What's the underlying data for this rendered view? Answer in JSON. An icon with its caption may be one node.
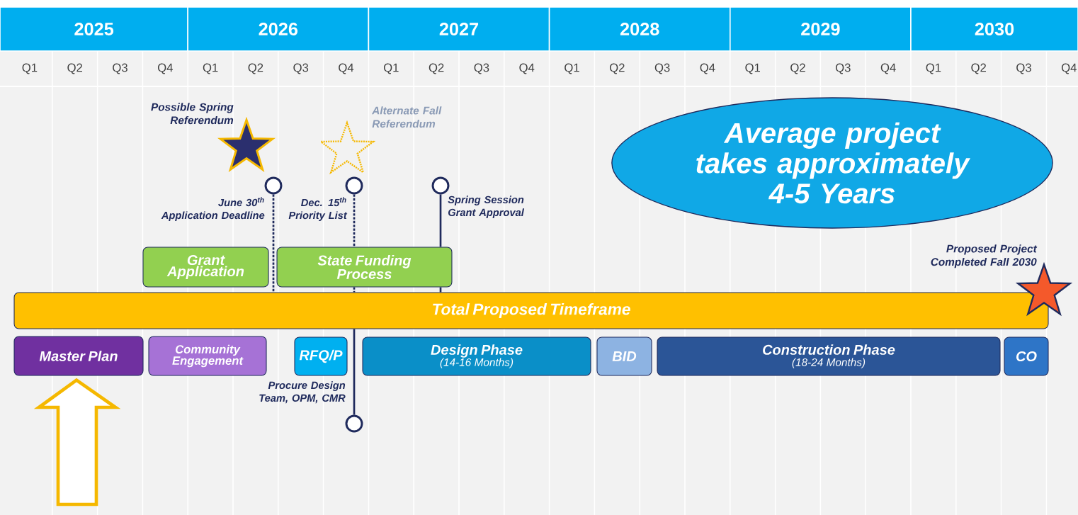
{
  "diagram": {
    "nodes": [
      {
        "text": [],
        "shape": "star",
        "beside": [
          "Possible Spring Referendum"
        ]
      },
      {
        "text": [],
        "shape": "star",
        "beside": [
          "Alternate Fall Referendum"
        ]
      },
      {
        "text": [],
        "shape": "circle",
        "beside": [
          "June 30$^{th}$ Application Deadline"
        ]
      },
      {
        "text": [],
        "shape": "circle",
        "beside": [
          "Dec. 15$^{th}$ Priority List"
        ]
      },
      {
        "text": [],
        "shape": "circle",
        "beside": [
          "Spring Session Grant Approval"
        ]
      },
      {
        "text": [
          "Average project takes approximately 4-5 Years"
        ]
      },
      {
        "text": [
          "Grant Application"
        ]
      },
      {
        "text": [
          "State Funding Process"
        ]
      },
      {
        "text": [
          "Total Proposed Timeframe"
        ]
      },
      {
        "text": [
          "Master Plan"
        ]
      },
      {
        "text": [
          "Community Engagement"
        ]
      },
      {
        "text": [
          "RFQ/P"
        ]
      },
      {
        "text": [
          "Design Phase",
          "(14-16 Months)"
        ]
      },
      {
        "text": [
          "BID"
        ]
      },
      {
        "text": [
          "Construction Phase",
          "(18-24 Months)"
        ]
      },
      {
        "text": [
          "CO"
        ]
      },
      {
        "text": [],
        "shape": "star",
        "beside": [
          "Proposed Project Completed Fall 2030"
        ]
      },
      {
        "text": [],
        "shape": "circle"
      }
    ],
    "edges": [
      {
        "from": 2,
        "to": 8,
        "arrow": "none",
        "style": "dashed"
      },
      {
        "from": 3,
        "to": 7,
        "arrow": "none",
        "style": "dashed"
      },
      {
        "from": 7,
        "to": 8,
        "arrow": "none",
        "style": "dashed"
      },
      {
        "from": 4,
        "to": 7,
        "arrow": "none"
      },
      {
        "from": 7,
        "to": 8,
        "arrow": "none"
      },
      {
        "from": 17,
        "to": 8,
        "arrow": "none"
      },
      {
        "from": null,
        "to": 9,
        "arrow": "to",
        "style": "thick",
        "color": "#f5b800"
      }
    ],
    "labels": [
      "2025",
      "2026",
      "2027",
      "2028",
      "2029",
      "2030",
      "Q1",
      "Q2",
      "Q3",
      "Q4",
      "Q1",
      "Q2",
      "Q3",
      "Q4",
      "Q1",
      "Q2",
      "Q3",
      "Q4",
      "Q1",
      "Q2",
      "Q3",
      "Q4",
      "Q1",
      "Q2",
      "Q3",
      "Q4",
      "Q1",
      "Q2",
      "Q3",
      "Q4",
      "Procure Design Team, OPM, CMR"
    ]
  }
}
